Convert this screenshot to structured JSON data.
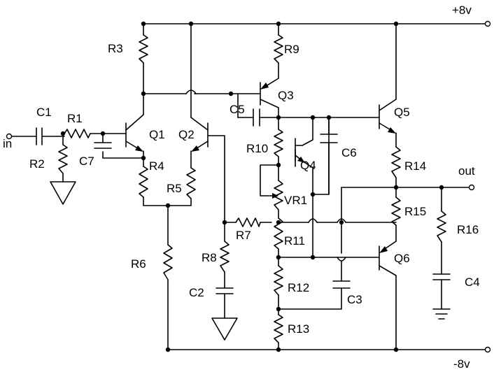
{
  "supply": {
    "positive": "+8v",
    "negative": "-8v"
  },
  "ports": {
    "input": "in",
    "output": "out"
  },
  "resistors": [
    "R1",
    "R2",
    "R3",
    "R4",
    "R5",
    "R6",
    "R7",
    "R8",
    "R9",
    "R10",
    "R11",
    "R12",
    "R13",
    "R14",
    "R15",
    "R16"
  ],
  "capacitors": [
    "C1",
    "C2",
    "C3",
    "C4",
    "C5",
    "C6",
    "C7"
  ],
  "transistors": [
    "Q1",
    "Q2",
    "Q3",
    "Q4",
    "Q5",
    "Q6"
  ],
  "potentiometers": [
    "VR1"
  ],
  "colors": {
    "ink": "#000000",
    "background": "#ffffff"
  }
}
